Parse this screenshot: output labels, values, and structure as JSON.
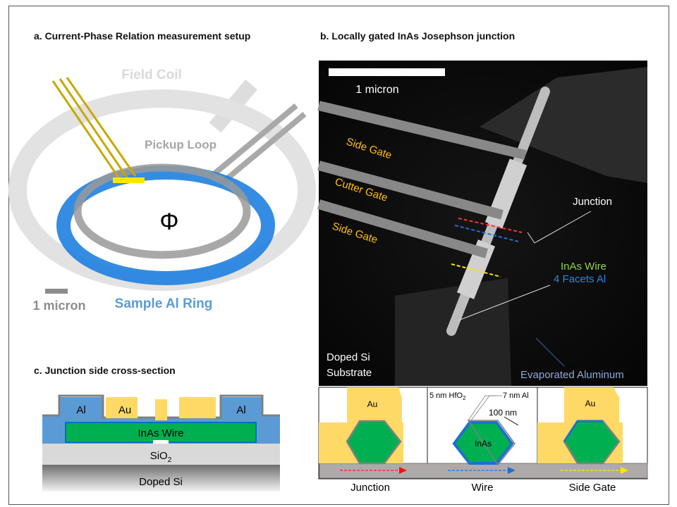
{
  "panel_a": {
    "title": "a. Current-Phase Relation measurement setup",
    "field_coil": "Field Coil",
    "pickup_loop": "Pickup Loop",
    "phi": "Φ",
    "scale": "1 micron",
    "ring": "Sample Al Ring"
  },
  "panel_b": {
    "title": "b. Locally gated InAs Josephson junction",
    "scale": "1 micron",
    "side_gate_1": "Side Gate",
    "cutter_gate": "Cutter Gate",
    "side_gate_2": "Side Gate",
    "junction": "Junction",
    "inas_wire": "InAs Wire",
    "facets": "4 Facets Al",
    "substrate_1": "Doped Si",
    "substrate_2": "Substrate",
    "aluminum": "Evaporated Aluminum",
    "sections": [
      {
        "label": "Junction",
        "au": "Au"
      },
      {
        "label": "Wire",
        "inas": "InAs",
        "hfo2": "5 nm HfO",
        "hfo2_sub": "2",
        "al": "7 nm Al",
        "dim": "100 nm"
      },
      {
        "label": "Side Gate",
        "au": "Au"
      }
    ]
  },
  "panel_c": {
    "title": "c. Junction side cross-section",
    "al_left": "Al",
    "au": "Au",
    "al_right": "Al",
    "wire": "InAs Wire",
    "sio2": "SiO",
    "sio2_sub": "2",
    "si": "Doped Si"
  },
  "colors": {
    "al": "#5b9bd5",
    "au": "#ffd966",
    "inas": "#00b050",
    "blue": "#0070c0",
    "gray": "#808080"
  }
}
